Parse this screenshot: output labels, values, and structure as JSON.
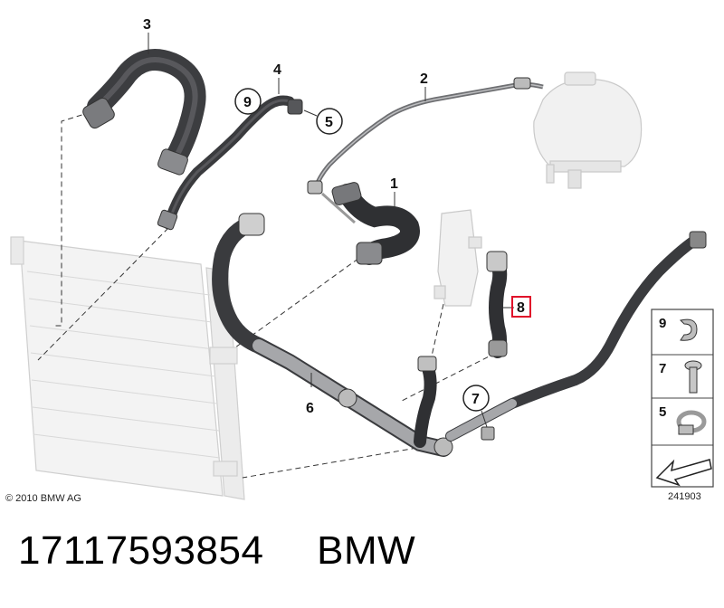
{
  "copyright": "© 2010 BMW AG",
  "diagram_number": "241903",
  "part_number": "17117593854",
  "brand": "BMW",
  "callouts": {
    "c1": "1",
    "c2": "2",
    "c3": "3",
    "c4": "4",
    "c5": "5",
    "c6": "6",
    "c7": "7",
    "c8": "8",
    "c9": "9"
  },
  "legend": {
    "l9": "9",
    "l7": "7",
    "l5": "5"
  },
  "colors": {
    "highlight": "#e0102a",
    "hose": "#3c3d40",
    "ghost": "#e6e6e6"
  }
}
